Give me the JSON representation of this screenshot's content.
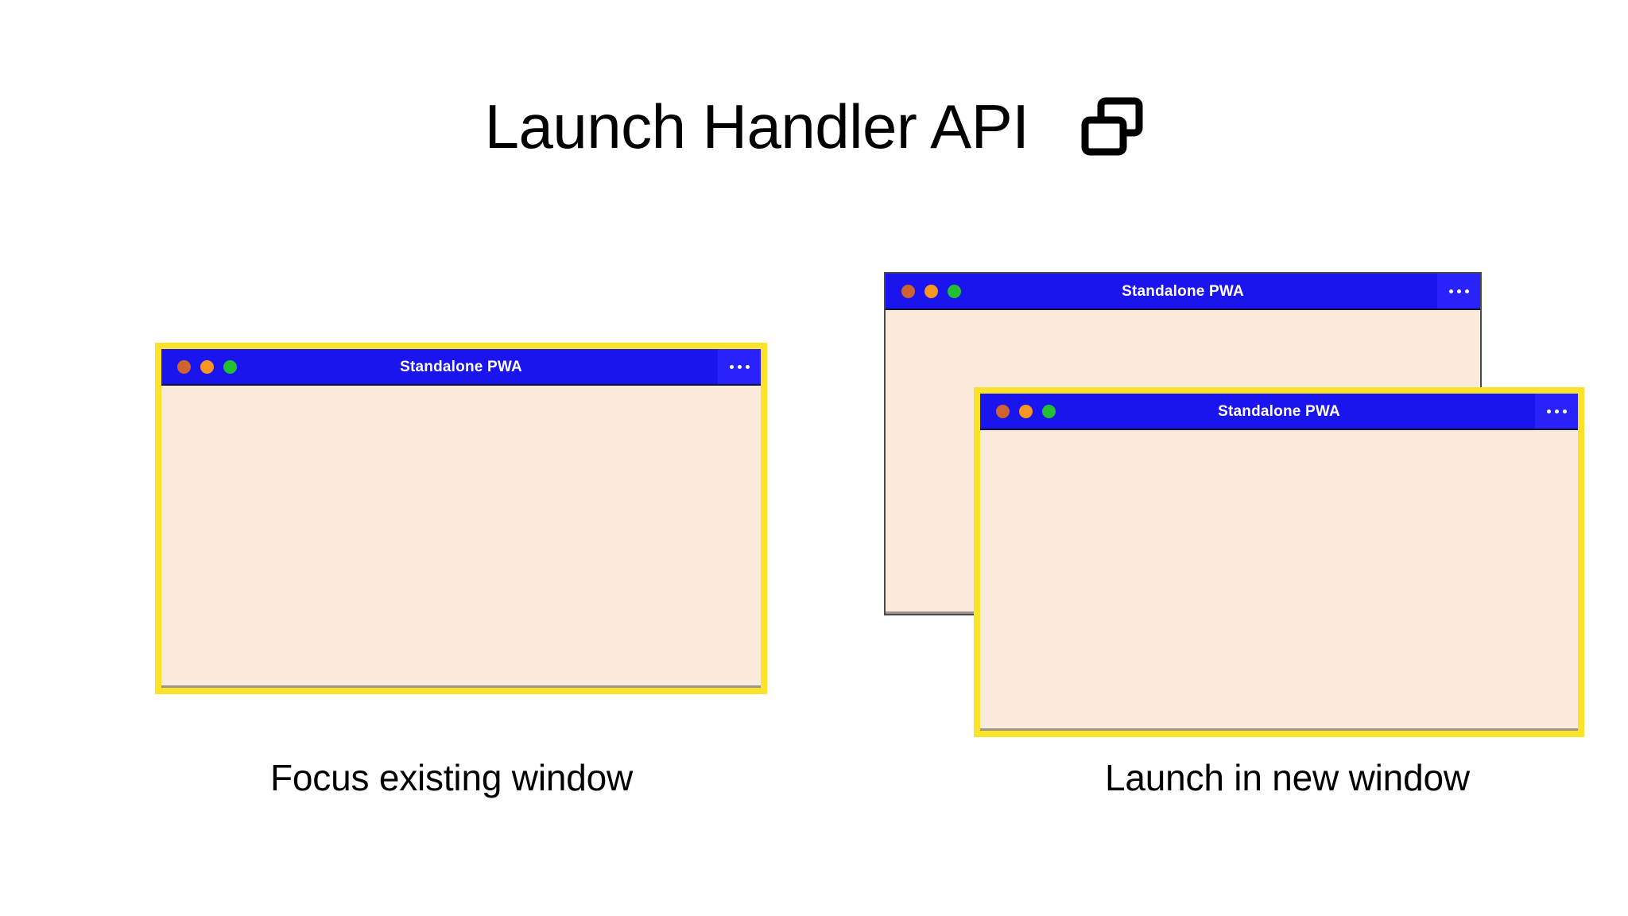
{
  "slide": {
    "background_color": "#FFFFFF",
    "title": "Launch Handler API",
    "title_icon": "windows-overlap-icon"
  },
  "theme": {
    "titlebar_blue": "#1A14EE",
    "menu_blue": "#2A22FA",
    "content_cream": "#FAEADB",
    "focus_yellow": "#FCE229",
    "plain_border": "#4A4A48",
    "text_black": "#000000",
    "dot_close": "#CE6231",
    "dot_minimize": "#F79521",
    "dot_maximize": "#25BF33"
  },
  "windows": {
    "left": {
      "title": "Standalone PWA",
      "focused": true,
      "menu_icon": "overflow-menu-icon",
      "traffic_lights": [
        "close-dot",
        "minimize-dot",
        "maximize-dot"
      ]
    },
    "back_right": {
      "title": "Standalone PWA",
      "focused": false,
      "menu_icon": "overflow-menu-icon",
      "traffic_lights": [
        "close-dot",
        "minimize-dot",
        "maximize-dot"
      ]
    },
    "front_right": {
      "title": "Standalone PWA",
      "focused": true,
      "menu_icon": "overflow-menu-icon",
      "traffic_lights": [
        "close-dot",
        "minimize-dot",
        "maximize-dot"
      ]
    }
  },
  "captions": {
    "left": "Focus existing window",
    "right": "Launch in new window"
  }
}
